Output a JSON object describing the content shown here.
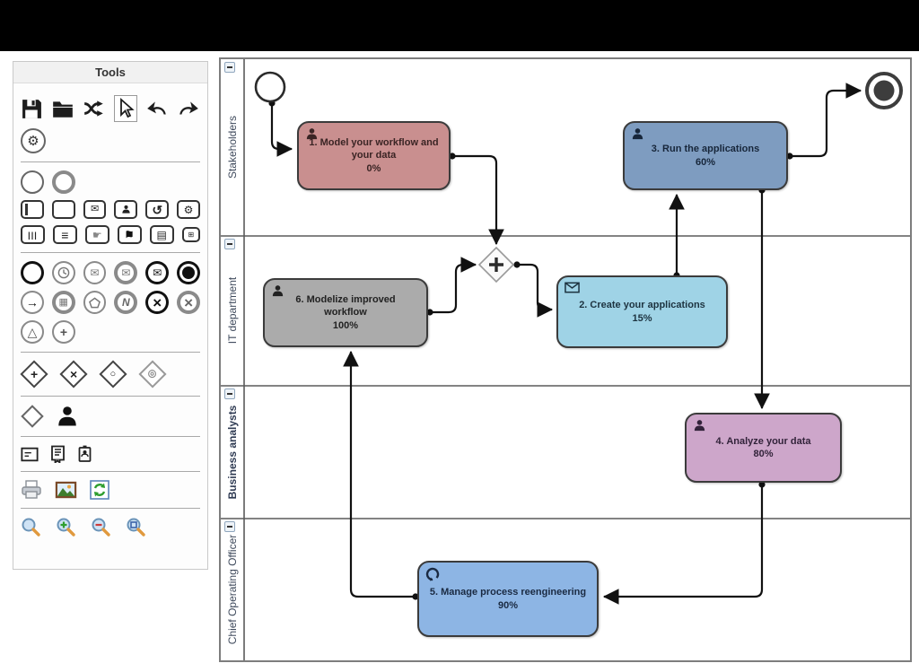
{
  "window": {
    "top_bar_color": "#000000"
  },
  "palette": {
    "title": "Tools",
    "sections": [
      {
        "name": "toolbar",
        "icons": [
          "save-icon",
          "open-folder-icon",
          "shuffle-icon",
          "cursor-icon (selected)",
          "undo-icon",
          "redo-icon",
          "settings-gear-icon"
        ]
      },
      {
        "name": "events-start",
        "icons": [
          "start-event-circle",
          "start-event-thick-circle"
        ]
      },
      {
        "name": "tasks",
        "icons": [
          "call-activity-task",
          "plain-task",
          "message-task",
          "user-task",
          "loop-task",
          "service-task",
          "multi-instance-task",
          "manual-lines-task",
          "hand-task",
          "script-task",
          "table-task",
          "subprocess-task"
        ]
      },
      {
        "name": "intermediate-events",
        "icons": [
          "end-event-circle",
          "timer-event",
          "message-event-thin",
          "message-event-gray",
          "message-event-black",
          "terminate-event",
          "arrow-event",
          "document-event",
          "pentagon-event",
          "conditional-event",
          "cancel-event-black",
          "cancel-event-gray",
          "triangle-event",
          "plus-event"
        ]
      },
      {
        "name": "gateways",
        "icons": [
          "parallel-gateway",
          "exclusive-gateway",
          "inclusive-gateway",
          "complex-gateway"
        ]
      },
      {
        "name": "artifacts-a",
        "icons": [
          "data-object-diamond",
          "actor-person"
        ]
      },
      {
        "name": "artifacts-b",
        "icons": [
          "annotation-icon",
          "document-bookmark-icon",
          "id-badge-icon"
        ]
      },
      {
        "name": "output",
        "icons": [
          "print-icon",
          "image-icon",
          "refresh-icon"
        ]
      },
      {
        "name": "zoom",
        "icons": [
          "zoom-icon",
          "zoom-in-icon",
          "zoom-out-icon",
          "zoom-fit-icon"
        ]
      }
    ]
  },
  "diagram": {
    "lanes": [
      {
        "label": "Stakeholders"
      },
      {
        "label": "IT department"
      },
      {
        "label": "Business analysts"
      },
      {
        "label": "Chief Operating Officer"
      }
    ],
    "tasks": [
      {
        "title": "1. Model your workflow and your data",
        "progress": "0%",
        "fill": "#c98f8f",
        "text": "#3a2424",
        "icon": "person"
      },
      {
        "title": "2. Create your applications",
        "progress": "15%",
        "fill": "#9fd3e6",
        "text": "#1d3340",
        "icon": "envelope"
      },
      {
        "title": "3. Run the applications",
        "progress": "60%",
        "fill": "#7e9cc0",
        "text": "#17263a",
        "icon": "person"
      },
      {
        "title": "4. Analyze your data",
        "progress": "80%",
        "fill": "#cda6ca",
        "text": "#32233a",
        "icon": "person"
      },
      {
        "title": "5. Manage process reengineering",
        "progress": "90%",
        "fill": "#8db5e4",
        "text": "#1a2a42",
        "icon": "loop"
      },
      {
        "title": "6. Modelize improved workflow",
        "progress": "100%",
        "fill": "#ababab",
        "text": "#222222",
        "icon": "person"
      }
    ],
    "events": {
      "start": "start-event",
      "end": "end-event"
    },
    "gateway": {
      "type": "parallel",
      "symbol": "+"
    },
    "flows": [
      {
        "from": "start-event",
        "to": "task-1"
      },
      {
        "from": "task-1",
        "to": "parallel-gateway"
      },
      {
        "from": "task-6",
        "to": "parallel-gateway"
      },
      {
        "from": "parallel-gateway",
        "to": "task-2"
      },
      {
        "from": "task-2",
        "to": "task-3"
      },
      {
        "from": "task-3",
        "to": "end-event"
      },
      {
        "from": "task-3",
        "to": "task-4"
      },
      {
        "from": "task-4",
        "to": "task-5"
      },
      {
        "from": "task-5",
        "to": "task-6"
      }
    ]
  }
}
